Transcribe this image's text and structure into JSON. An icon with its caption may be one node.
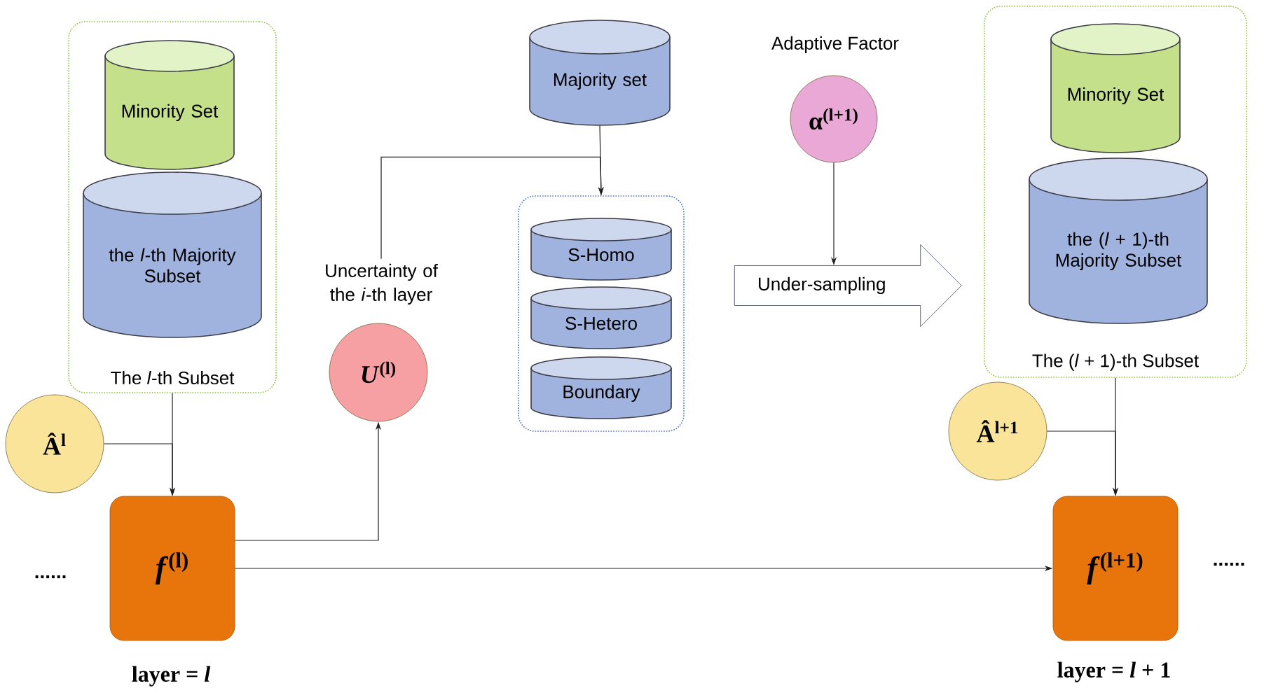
{
  "diagram": {
    "nodes": [
      {
        "text": [
          "The *l*-th Subset"
        ]
      },
      {
        "text": [
          "Minority Set"
        ],
        "in": 0
      },
      {
        "text": [
          "the *l*-th Majority Subset"
        ],
        "in": 0
      },
      {
        "text": [
          "Majority set"
        ]
      },
      {
        "text": [],
        "shape": "box"
      },
      {
        "text": [
          "S-Homo"
        ],
        "in": 4
      },
      {
        "text": [
          "S-Hetero"
        ],
        "in": 4
      },
      {
        "text": [
          "Boundary"
        ],
        "in": 4
      },
      {
        "text": [
          "Uncertainty of the *i*-th layer"
        ]
      },
      {
        "text": [
          "*U*$^{(l)}$"
        ]
      },
      {
        "text": [
          "α$^{(l+1)}$"
        ],
        "beside": [
          "Adaptive Factor"
        ]
      },
      {
        "text": [
          "Under-sampling"
        ]
      },
      {
        "text": [
          "The (*l* + 1)-th Subset"
        ]
      },
      {
        "text": [
          "Minority Set"
        ],
        "in": 12
      },
      {
        "text": [
          "the (*l* + 1)-th Majority Subset"
        ],
        "in": 12
      },
      {
        "text": [
          "Â$^{l}$"
        ]
      },
      {
        "text": [
          "Â$^{l+1}$"
        ]
      },
      {
        "text": [
          "*f*$^{(l)}$"
        ],
        "beside": [
          "layer = *l*"
        ]
      },
      {
        "text": [
          "*f*$^{(l+1)}$"
        ],
        "beside": [
          "layer = *l* + 1"
        ]
      }
    ],
    "edges": [
      {
        "from": 0,
        "to": 17,
        "arrow": "to"
      },
      {
        "from": 15,
        "to": 17,
        "arrow": "to"
      },
      {
        "from": 17,
        "to": 9,
        "arrow": "to"
      },
      {
        "from": 8,
        "to": 4,
        "arrow": "to"
      },
      {
        "from": 3,
        "to": 4,
        "arrow": "to"
      },
      {
        "from": 10,
        "to": 11,
        "arrow": "to"
      },
      {
        "from": 12,
        "to": 18,
        "arrow": "to"
      },
      {
        "from": 16,
        "to": 18,
        "arrow": "to"
      },
      {
        "from": 17,
        "to": 18,
        "arrow": "to"
      }
    ],
    "labels": [
      "......",
      "......"
    ]
  }
}
